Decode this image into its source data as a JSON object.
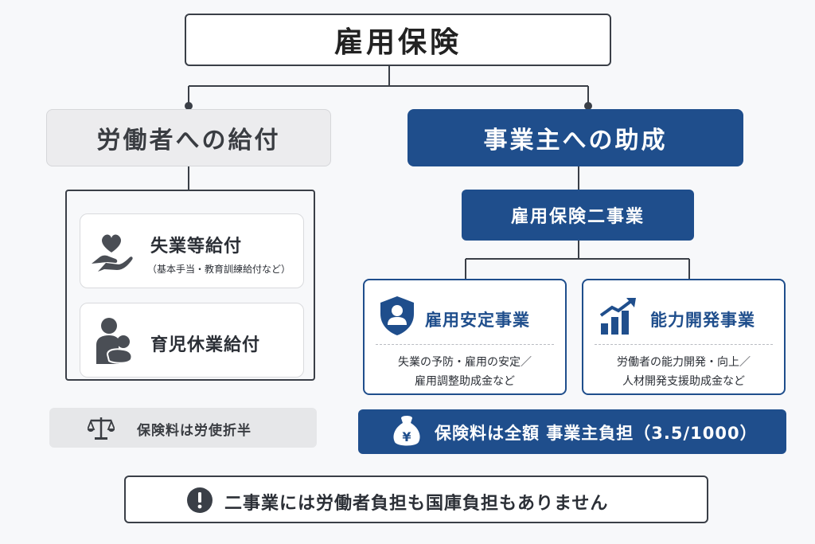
{
  "root": {
    "title": "雇用保険"
  },
  "left": {
    "heading": "労働者への給付",
    "cards": [
      {
        "title": "失業等給付",
        "subtitle": "（基本手当・教育訓練給付など）",
        "icon": "heart-hand-icon"
      },
      {
        "title": "育児休業給付",
        "icon": "parent-child-icon"
      }
    ],
    "premium": {
      "text": "保険料は労使折半",
      "icon": "balance-scale-icon"
    }
  },
  "right": {
    "heading": "事業主への助成",
    "sub_heading": "雇用保険二事業",
    "businesses": [
      {
        "title": "雇用安定事業",
        "desc_line1": "失業の予防・雇用の安定／",
        "desc_line2": "雇用調整助成金など",
        "icon": "shield-person-icon"
      },
      {
        "title": "能力開発事業",
        "desc_line1": "労働者の能力開発・向上／",
        "desc_line2": "人材開発支援助成金など",
        "icon": "growth-chart-icon"
      }
    ],
    "premium": {
      "text": "保険料は全額 事業主負担（3.5/1000）",
      "icon": "yen-purse-icon"
    }
  },
  "notice": {
    "text": "二事業には労働者負担も国庫負担もありません",
    "icon": "exclamation-icon"
  },
  "colors": {
    "navy": "#1f4e8c",
    "gray_box": "#ececee",
    "line": "#3a3f47"
  }
}
